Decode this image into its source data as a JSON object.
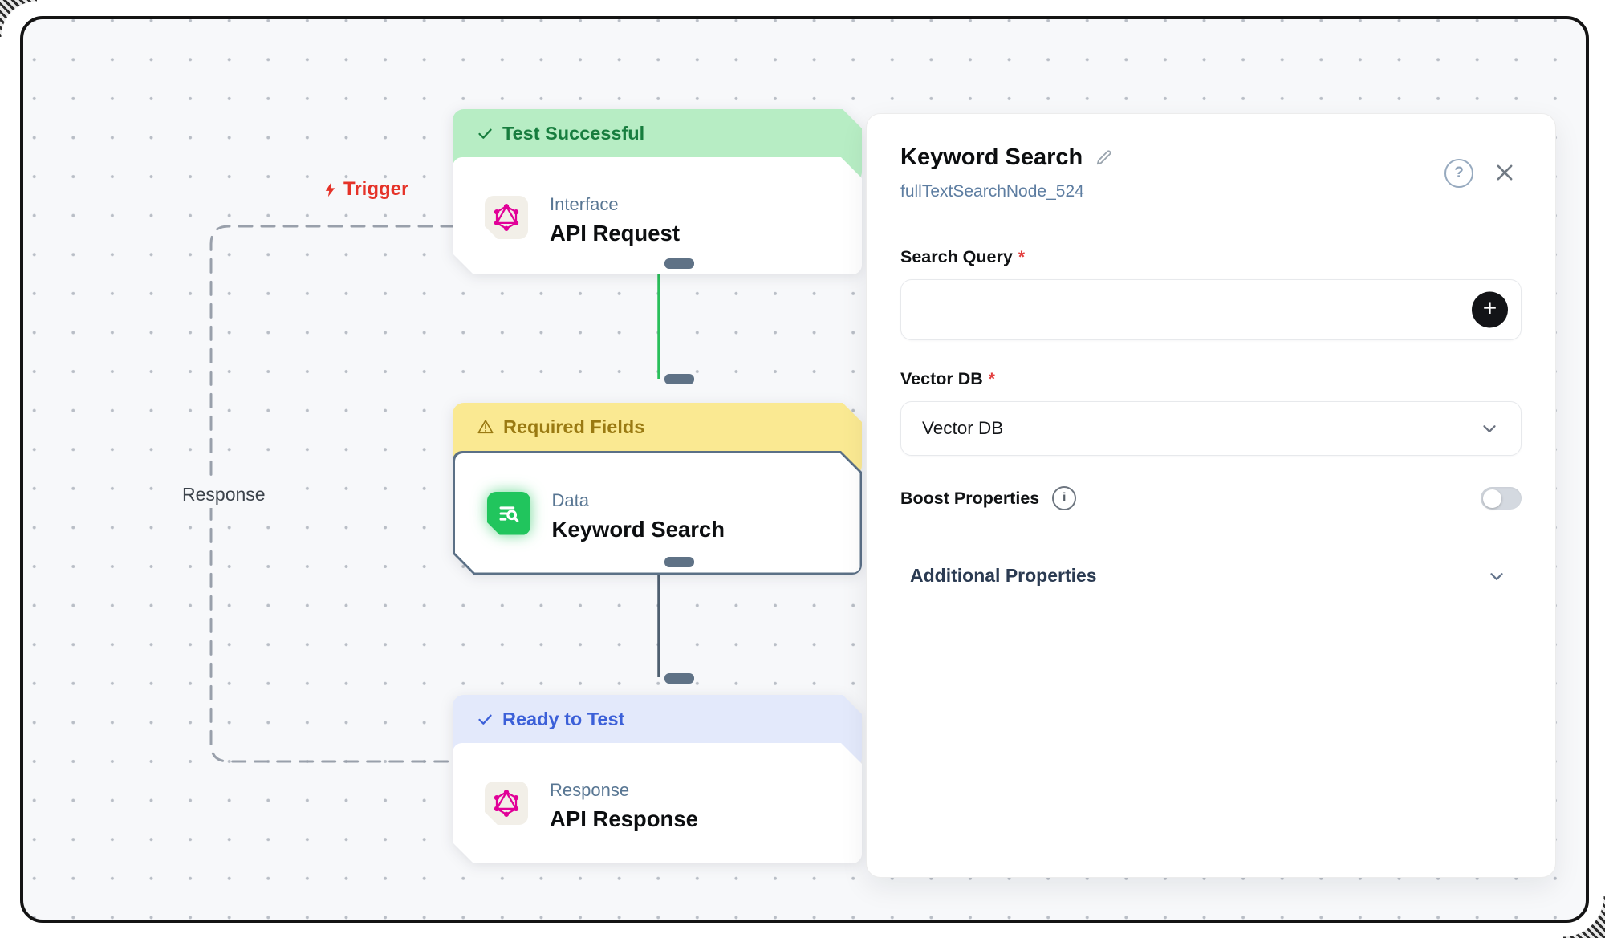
{
  "canvas": {
    "trigger_label": "Trigger",
    "response_label": "Response",
    "nodes": [
      {
        "status": "Test Successful",
        "status_kind": "success",
        "category": "Interface",
        "title": "API Request",
        "icon": "graphql-icon"
      },
      {
        "status": "Required Fields",
        "status_kind": "warning",
        "category": "Data",
        "title": "Keyword Search",
        "icon": "list-search-icon",
        "selected": true
      },
      {
        "status": "Ready to Test",
        "status_kind": "ready",
        "category": "Response",
        "title": "API Response",
        "icon": "graphql-icon"
      }
    ]
  },
  "panel": {
    "title": "Keyword Search",
    "subtitle": "fullTextSearchNode_524",
    "help_glyph": "?",
    "fields": {
      "search_query": {
        "label": "Search Query",
        "required_mark": "*",
        "value": "",
        "add_glyph": "+"
      },
      "vector_db": {
        "label": "Vector DB",
        "required_mark": "*",
        "selected": "Vector DB"
      },
      "boost_properties": {
        "label": "Boost Properties",
        "info_glyph": "i",
        "enabled": false
      }
    },
    "sections": {
      "additional_properties": "Additional Properties"
    }
  },
  "colors": {
    "success_bg": "#b7edc4",
    "success_text": "#177d3e",
    "warning_bg": "#fae992",
    "warning_text": "#9a7a12",
    "ready_bg": "#e3e9fb",
    "ready_text": "#3c60d8",
    "trigger_red": "#e53228",
    "edge_green": "#2abf5b",
    "edge_slate": "#4e5f70",
    "node_accent_green": "#21c55d",
    "graphql_pink": "#e10098",
    "selected_border": "#5b7086"
  }
}
